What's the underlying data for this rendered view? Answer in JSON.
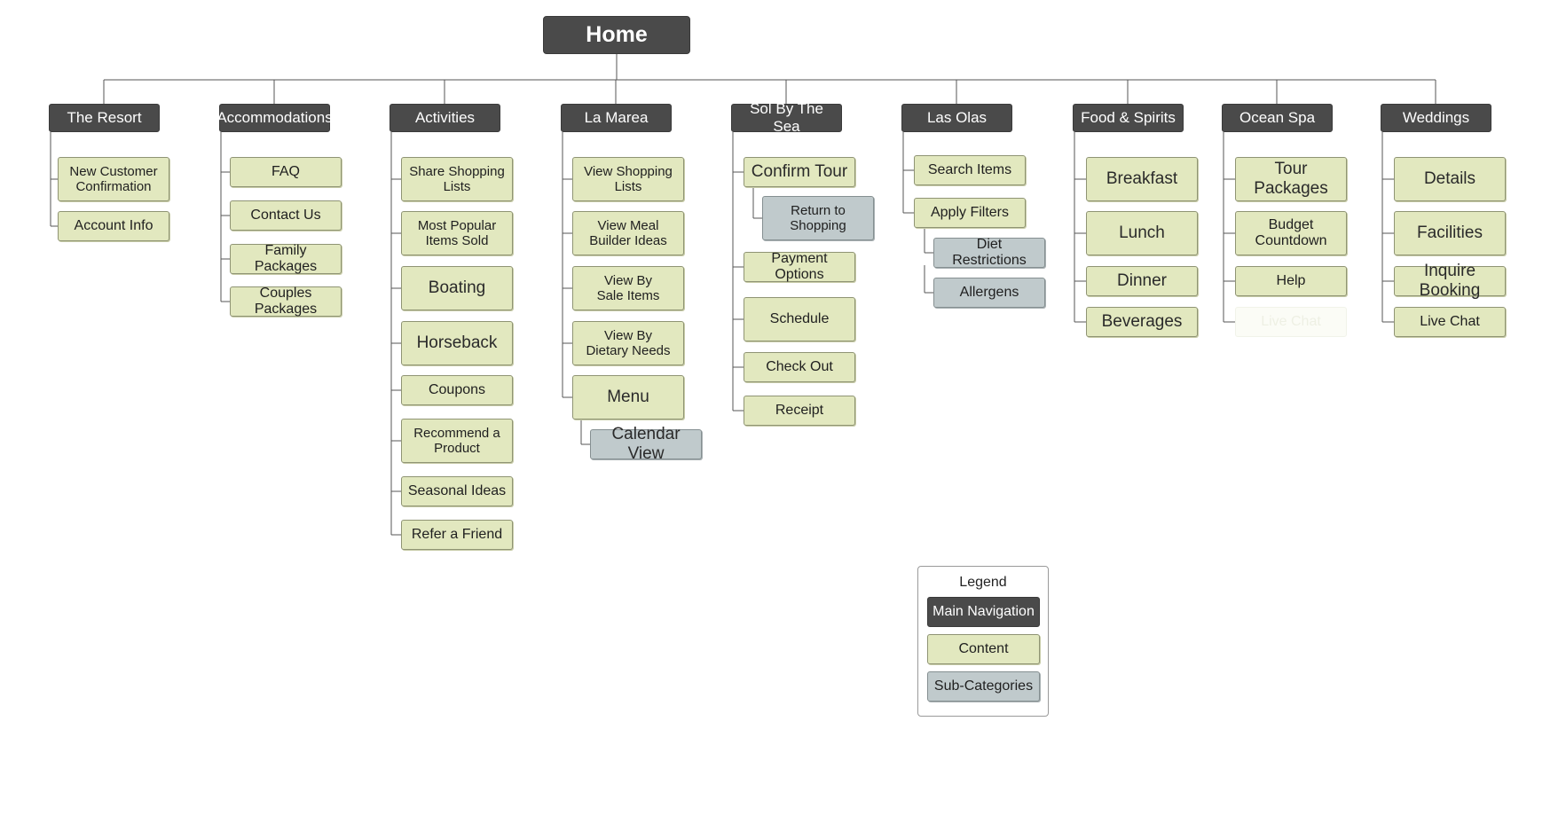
{
  "home": {
    "label": "Home"
  },
  "legend": {
    "title": "Legend",
    "items": [
      {
        "label": "Main Navigation",
        "kind": "main"
      },
      {
        "label": "Content",
        "kind": "content"
      },
      {
        "label": "Sub-Categories",
        "kind": "sub"
      }
    ]
  },
  "colors": {
    "main_navigation": "#4a4a4a",
    "content": "#e2e8bf",
    "sub_categories": "#c0cacc",
    "connector": "#555555"
  },
  "sections": [
    {
      "label": "The Resort",
      "children": [
        {
          "label": "New Customer\nConfirmation",
          "kind": "content"
        },
        {
          "label": "Account Info",
          "kind": "content"
        }
      ]
    },
    {
      "label": "Accommodations",
      "children": [
        {
          "label": "FAQ",
          "kind": "content"
        },
        {
          "label": "Contact Us",
          "kind": "content"
        },
        {
          "label": "Family Packages",
          "kind": "content"
        },
        {
          "label": "Couples Packages",
          "kind": "content"
        }
      ]
    },
    {
      "label": "Activities",
      "children": [
        {
          "label": "Share Shopping\nLists",
          "kind": "content"
        },
        {
          "label": "Most Popular\nItems Sold",
          "kind": "content"
        },
        {
          "label": "Boating",
          "kind": "content"
        },
        {
          "label": "Horseback",
          "kind": "content"
        },
        {
          "label": "Coupons",
          "kind": "content"
        },
        {
          "label": "Recommend a\nProduct",
          "kind": "content"
        },
        {
          "label": "Seasonal Ideas",
          "kind": "content"
        },
        {
          "label": "Refer a Friend",
          "kind": "content"
        }
      ]
    },
    {
      "label": "La Marea",
      "children": [
        {
          "label": "View Shopping\nLists",
          "kind": "content"
        },
        {
          "label": "View Meal\nBuilder Ideas",
          "kind": "content"
        },
        {
          "label": "View By\nSale Items",
          "kind": "content"
        },
        {
          "label": "View By\nDietary Needs",
          "kind": "content"
        },
        {
          "label": "Menu",
          "kind": "content"
        },
        {
          "label": "Calendar View",
          "kind": "sub"
        }
      ]
    },
    {
      "label": "Sol By The Sea",
      "children": [
        {
          "label": "Confirm Tour",
          "kind": "content"
        },
        {
          "label": "Return to\nShopping",
          "kind": "sub"
        },
        {
          "label": "Payment Options",
          "kind": "content"
        },
        {
          "label": "Schedule",
          "kind": "content"
        },
        {
          "label": "Check Out",
          "kind": "content"
        },
        {
          "label": "Receipt",
          "kind": "content"
        }
      ]
    },
    {
      "label": "Las Olas",
      "children": [
        {
          "label": "Search Items",
          "kind": "content"
        },
        {
          "label": "Apply Filters",
          "kind": "content"
        },
        {
          "label": "Diet Restrictions",
          "kind": "sub"
        },
        {
          "label": "Allergens",
          "kind": "sub"
        }
      ]
    },
    {
      "label": "Food & Spirits",
      "children": [
        {
          "label": "Breakfast",
          "kind": "content"
        },
        {
          "label": "Lunch",
          "kind": "content"
        },
        {
          "label": "Dinner",
          "kind": "content"
        },
        {
          "label": "Beverages",
          "kind": "content"
        }
      ]
    },
    {
      "label": "Ocean Spa",
      "children": [
        {
          "label": "Tour Packages",
          "kind": "content"
        },
        {
          "label": "Budget\nCountdown",
          "kind": "content"
        },
        {
          "label": "Help",
          "kind": "content"
        },
        {
          "label": "Live Chat",
          "kind": "content"
        }
      ]
    },
    {
      "label": "Weddings",
      "children": [
        {
          "label": "Details",
          "kind": "content"
        },
        {
          "label": "Facilities",
          "kind": "content"
        },
        {
          "label": "Inquire Booking",
          "kind": "content"
        },
        {
          "label": "Live Chat",
          "kind": "content"
        }
      ]
    }
  ]
}
